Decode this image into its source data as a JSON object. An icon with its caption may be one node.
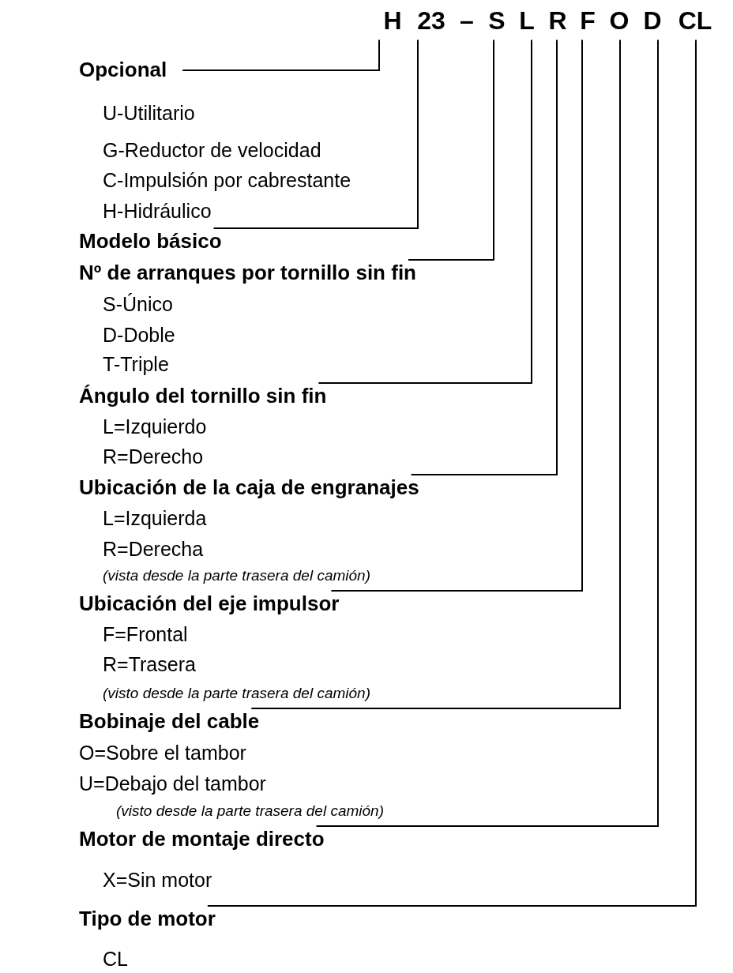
{
  "diagram": {
    "nodes": [
      {
        "text": [
          "H"
        ]
      },
      {
        "text": [
          "23"
        ]
      },
      {
        "text": [
          "S"
        ]
      },
      {
        "text": [
          "L"
        ]
      },
      {
        "text": [
          "R"
        ]
      },
      {
        "text": [
          "F"
        ]
      },
      {
        "text": [
          "O"
        ]
      },
      {
        "text": [
          "D"
        ]
      },
      {
        "text": [
          "CL"
        ]
      },
      {
        "text": [
          "Opcional"
        ]
      },
      {
        "text": [
          "Modelo básico"
        ]
      },
      {
        "text": [
          "Nº de arranques por tornillo sin fin"
        ]
      },
      {
        "text": [
          "Ángulo del tornillo sin fin"
        ]
      },
      {
        "text": [
          "Ubicación de la caja de engranajes"
        ]
      },
      {
        "text": [
          "Ubicación del eje impulsor"
        ]
      },
      {
        "text": [
          "Bobinaje del cable"
        ]
      },
      {
        "text": [
          "Motor de montaje directo"
        ]
      },
      {
        "text": [
          "Tipo de motor"
        ]
      }
    ],
    "edges": [
      {
        "from": 0,
        "to": 9,
        "arrow": "none"
      },
      {
        "from": 1,
        "to": 10,
        "arrow": "none"
      },
      {
        "from": 2,
        "to": 11,
        "arrow": "none"
      },
      {
        "from": 3,
        "to": 12,
        "arrow": "none"
      },
      {
        "from": 4,
        "to": 13,
        "arrow": "none"
      },
      {
        "from": 5,
        "to": 14,
        "arrow": "none"
      },
      {
        "from": 6,
        "to": 15,
        "arrow": "none"
      },
      {
        "from": 7,
        "to": 16,
        "arrow": "none"
      },
      {
        "from": 8,
        "to": 17,
        "arrow": "none"
      }
    ],
    "labels": [
      "–",
      "U-Utilitario",
      "G-Reductor de velocidad",
      "C-Impulsión por cabrestante",
      "H-Hidráulico",
      "S-Único",
      "D-Doble",
      "T-Triple",
      "L=Izquierdo",
      "R=Derecho",
      "L=Izquierda",
      "R=Derecha",
      "(vista desde la parte trasera del camión)",
      "F=Frontal",
      "R=Trasera",
      "(visto desde la parte trasera del camión)",
      "O=Sobre el tambor",
      "U=Debajo del tambor",
      "(visto desde la parte trasera del camión)",
      "X=Sin motor",
      "CL"
    ]
  }
}
